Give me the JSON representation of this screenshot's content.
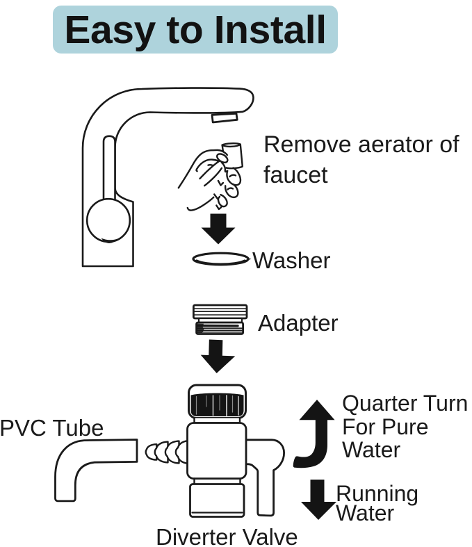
{
  "colors": {
    "background": "#ffffff",
    "ink": "#1a1a1a",
    "arrow_fill": "#141414",
    "title_background": "#aed3dc",
    "title_text": "#121212"
  },
  "title": {
    "text": "Easy to Install"
  },
  "labels": {
    "remove_aerator": {
      "lines": [
        "Remove aerator of",
        "faucet"
      ]
    },
    "washer": "Washer",
    "adapter": "Adapter",
    "pvc_tube": "PVC Tube",
    "diverter_valve": "Diverter Valve",
    "quarter_turn": {
      "lines": [
        "Quarter Turn",
        "For Pure",
        "Water"
      ]
    },
    "running_water": {
      "lines": [
        "Running",
        "Water"
      ]
    }
  },
  "illustrations": [
    "faucet",
    "hand-holding-aerator",
    "down-arrow",
    "washer-ring",
    "adapter",
    "down-arrow",
    "diverter-valve",
    "pvc-tube",
    "quarter-turn-arrow",
    "running-water-arrow"
  ]
}
